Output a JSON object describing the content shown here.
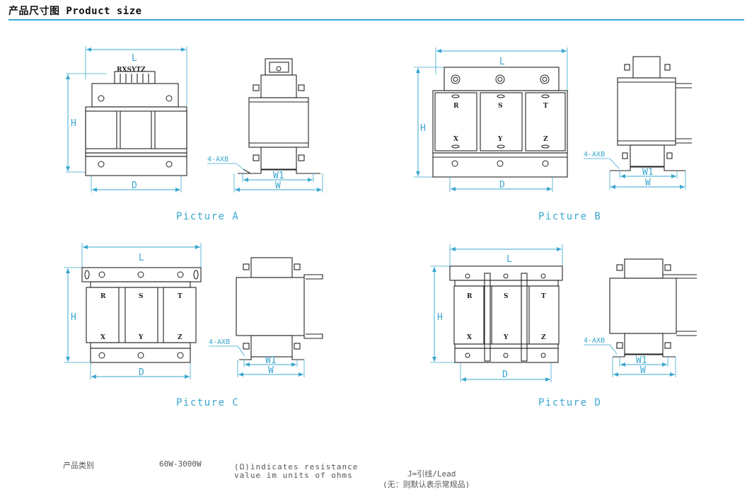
{
  "header": {
    "title": "产品尺寸图 Product size"
  },
  "labels": {
    "L": "L",
    "H": "H",
    "D": "D",
    "W": "W",
    "W1": "W1",
    "mount": "4-AXB",
    "terms_top_A": "RXSYTZ",
    "R": "R",
    "S": "S",
    "T": "T",
    "X": "X",
    "Y": "Y",
    "Z": "Z"
  },
  "captions": {
    "a": "Picture A",
    "b": "Picture B",
    "c": "Picture C",
    "d": "Picture D"
  },
  "footer": {
    "category_label": "产品类别",
    "power_range": "60W-3000W",
    "ohm_line1": "(Ω)indicates resistance",
    "ohm_line2": "value im units of ohms",
    "lead_line1": "J=引线/Lead",
    "lead_line2": "(无：则默认表示常规品)"
  },
  "colors": {
    "accent": "#3aa7cf",
    "line": "#222222"
  }
}
